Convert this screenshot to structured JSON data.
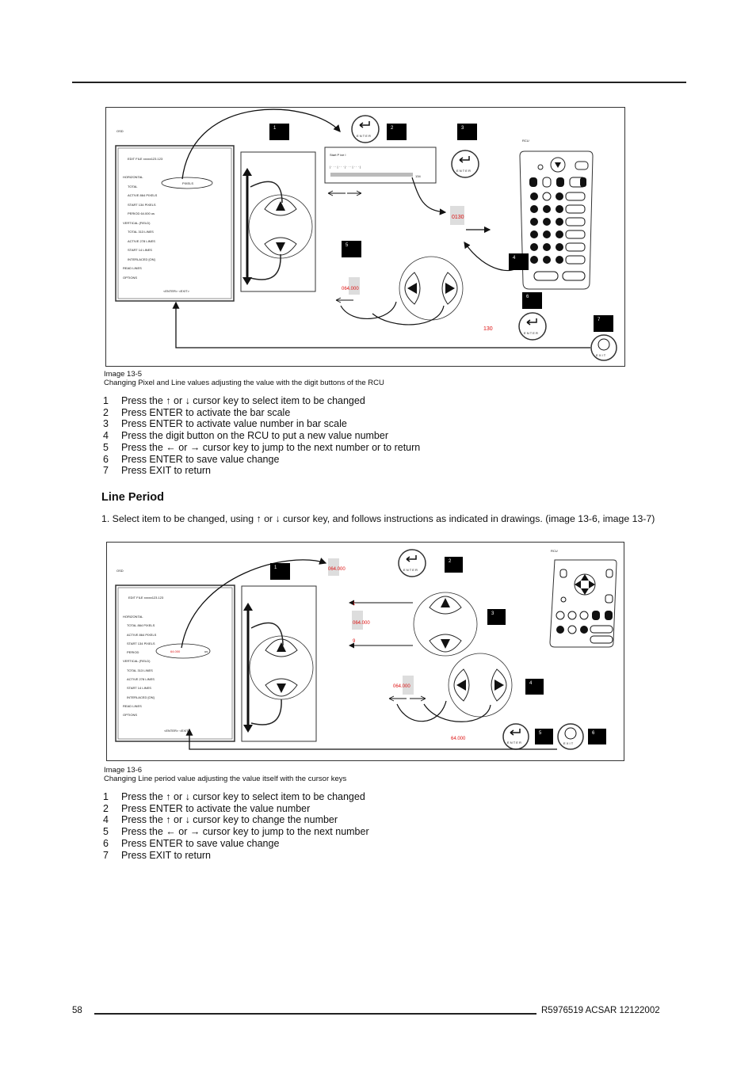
{
  "figure1": {
    "osd_label": "OSD",
    "file_title": "EDIT FILE  xxxxx123.123",
    "menu_lines": [
      "HORIZONTAL",
      "TOTAL",
      "ACTIVE    864 PIXELS",
      "START    134 PIXELS",
      "PERIOD    64.000 us",
      "VERTICAL (FIELD)",
      "TOTAL    313 LINES",
      "ACTIVE    278 LINES",
      "START    14 LINES",
      "INTERLACED    [ON]",
      "READ LINES",
      "OPTIONS"
    ],
    "menu_highlight": "PIXELS",
    "menu_footer": "<ENTER>  <EXIT>",
    "bar_title": "Start P ixe l",
    "bar_scale": "| · · · | · · · | · · · | · · · |",
    "bar_end_value": "134",
    "rcu_label": "RCU",
    "value_0130": "0130",
    "value_064": "064.000",
    "value_130": "130",
    "enter_label": "E N T E R",
    "exit_label": "E X I T",
    "step_labels": [
      "1",
      "2",
      "3",
      "4",
      "5",
      "6",
      "7"
    ],
    "caption_title": "Image 13-5",
    "caption_text": "Changing Pixel and Line values adjusting the value with the digit buttons of the RCU"
  },
  "steps1": [
    {
      "n": "1",
      "t": "Press the ↑ or ↓ cursor key to select item to be changed"
    },
    {
      "n": "2",
      "t": "Press ENTER to activate the bar scale"
    },
    {
      "n": "3",
      "t": "Press ENTER to activate value number in bar scale"
    },
    {
      "n": "4",
      "t": "Press the digit button on the RCU to put a new value number"
    },
    {
      "n": "5",
      "t": "Press the ← or → cursor key to jump to the next number or to return"
    },
    {
      "n": "6",
      "t": "Press ENTER to save value change"
    },
    {
      "n": "7",
      "t": "Press EXIT to return"
    }
  ],
  "section": {
    "heading": "Line Period",
    "paragraph": "1.  Select item to be changed, using ↑ or ↓ cursor key, and follows instructions as indicated in drawings. (image 13-6, image 13-7)"
  },
  "figure2": {
    "osd_label": "OSD",
    "file_title": "EDIT FILE  xxxxx123.123",
    "menu_lines": [
      "HORIZONTAL",
      "TOTAL    864 PIXELS",
      "ACTIVE    864 PIXELS",
      "START    134 PIXELS",
      "PERIOD",
      "VERTICAL (FIELD)",
      "TOTAL    313 LINES",
      "ACTIVE    278 LINES",
      "START    14 LINES",
      "INTERLACED    [ON]",
      "READ LINES",
      "OPTIONS"
    ],
    "menu_period_value": "64.000",
    "menu_period_unit": "us",
    "menu_footer": "<ENTER>  <EXIT>",
    "rcu_label": "RCU",
    "value_top": "064.000",
    "value_1": "1",
    "value_mid": "064.000",
    "value_9": "9",
    "value_lower": "064.000",
    "value_final": "64.000",
    "enter_label": "E N T E R",
    "exit_label": "E X I T",
    "step_labels": [
      "1",
      "2",
      "3",
      "4",
      "5",
      "6"
    ],
    "caption_title": "Image 13-6",
    "caption_text": "Changing Line period value adjusting the value itself with the cursor keys"
  },
  "steps2": [
    {
      "n": "1",
      "t": "Press the ↑ or ↓ cursor key to select item to be changed"
    },
    {
      "n": "2",
      "t": "Press ENTER to activate the value number"
    },
    {
      "n": "4",
      "t": "Press the ↑ or ↓ cursor key to change the number"
    },
    {
      "n": "5",
      "t": "Press the ← or → cursor key to jump to the next number"
    },
    {
      "n": "6",
      "t": "Press ENTER to save value change"
    },
    {
      "n": "7",
      "t": "Press EXIT to return"
    }
  ],
  "footer": {
    "page_number": "58",
    "doc_ref": "R5976519   ACSAR  12122002"
  }
}
